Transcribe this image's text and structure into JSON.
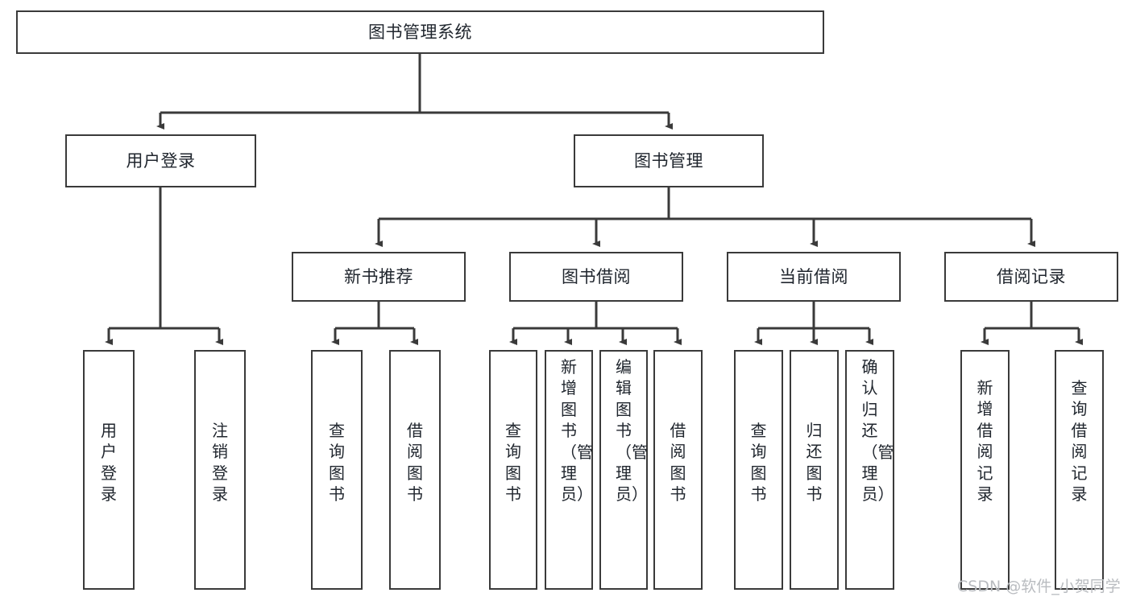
{
  "diagram": {
    "title": "图书管理系统",
    "type": "tree",
    "orientation": "top-down",
    "stroke_color": "#3a3a3a",
    "fill_color": "#ffffff",
    "text_color": "#20262e",
    "watermark": "CSDN @软件_小贺同学"
  },
  "nodes": {
    "root": {
      "label": "图书管理系统"
    },
    "level2": [
      {
        "id": "user-login",
        "label": "用户登录"
      },
      {
        "id": "book-manage",
        "label": "图书管理"
      }
    ],
    "level3": [
      {
        "id": "new-book-recommend",
        "label": "新书推荐"
      },
      {
        "id": "book-borrow",
        "label": "图书借阅"
      },
      {
        "id": "current-borrow",
        "label": "当前借阅"
      },
      {
        "id": "borrow-record",
        "label": "借阅记录"
      }
    ],
    "leaves": {
      "user_login": [
        {
          "id": "leaf-user-login",
          "label": "用户登录"
        },
        {
          "id": "leaf-logout-login",
          "label": "注销登录"
        }
      ],
      "new_book_recommend": [
        {
          "id": "leaf-query-book-1",
          "label": "查询图书"
        },
        {
          "id": "leaf-borrow-book-1",
          "label": "借阅图书"
        }
      ],
      "book_borrow": [
        {
          "id": "leaf-query-book-2",
          "label": "查询图书"
        },
        {
          "id": "leaf-add-book",
          "label": "新增图书（管理员）"
        },
        {
          "id": "leaf-edit-book",
          "label": "编辑图书（管理员）"
        },
        {
          "id": "leaf-borrow-book-2",
          "label": "借阅图书"
        }
      ],
      "current_borrow": [
        {
          "id": "leaf-query-book-3",
          "label": "查询图书"
        },
        {
          "id": "leaf-return-book",
          "label": "归还图书"
        },
        {
          "id": "leaf-confirm-return",
          "label": "确认归还（管理员）"
        }
      ],
      "borrow_record": [
        {
          "id": "leaf-add-record",
          "label": "新增借阅记录"
        },
        {
          "id": "leaf-query-record",
          "label": "查询借阅记录"
        }
      ]
    }
  }
}
